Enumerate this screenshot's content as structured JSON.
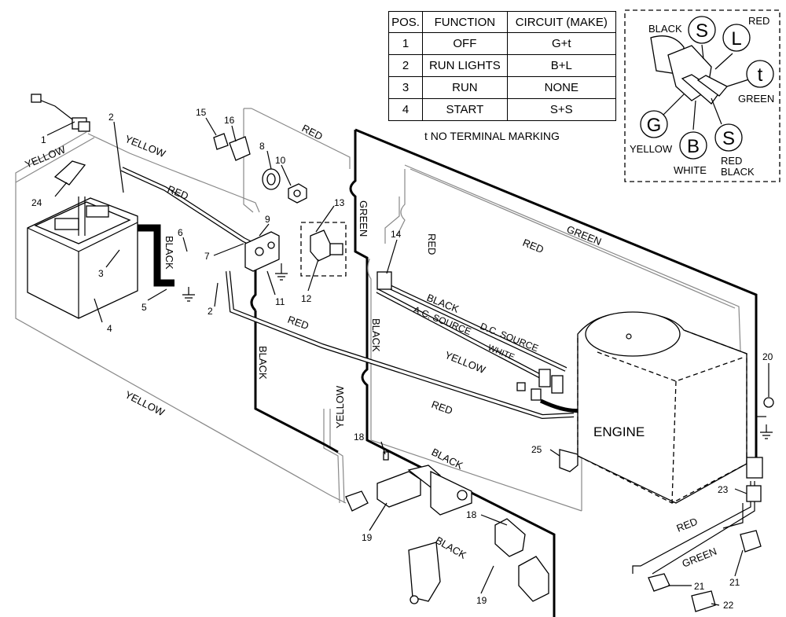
{
  "table": {
    "headers": [
      "POS.",
      "FUNCTION",
      "CIRCUIT  (MAKE)"
    ],
    "rows": [
      [
        "1",
        "OFF",
        "G+t"
      ],
      [
        "2",
        "RUN LIGHTS",
        "B+L"
      ],
      [
        "3",
        "RUN",
        "NONE"
      ],
      [
        "4",
        "START",
        "S+S"
      ]
    ],
    "note": "t  NO TERMINAL MARKING"
  },
  "switch_inset": {
    "terminals": {
      "s1": "S",
      "l": "L",
      "t": "t",
      "g": "G",
      "b": "B",
      "s2": "S"
    },
    "wire_labels": {
      "black": "BLACK",
      "red": "RED",
      "green": "GREEN",
      "yellow": "YELLOW",
      "white": "WHITE",
      "red_black_1": "RED",
      "red_black_2": "BLACK"
    }
  },
  "wire_labels": {
    "yellow_1": "YELLOW",
    "yellow_2": "YELLOW",
    "yellow_3": "YELLOW",
    "yellow_4": "YELLOW",
    "yellow_5": "YELLOW",
    "red_1": "RED",
    "red_2": "RED",
    "red_3": "RED",
    "red_4": "RED",
    "red_5": "RED",
    "red_6": "RED",
    "red_7": "RED",
    "black_1": "BLACK",
    "black_2": "BLACK",
    "black_3": "BLACK",
    "black_4": "BLACK",
    "black_5": "BLACK",
    "black_6": "BLACK",
    "green_1": "GREEN",
    "green_2": "GREEN",
    "green_3": "GREEN",
    "white": "WHITE",
    "ac_source": "A.C. SOURCE",
    "dc_source": "D.C. SOURCE",
    "engine": "ENGINE"
  },
  "callouts": {
    "n1": "1",
    "n2a": "2",
    "n2b": "2",
    "n3": "3",
    "n4": "4",
    "n5": "5",
    "n6": "6",
    "n7": "7",
    "n8": "8",
    "n9": "9",
    "n10": "10",
    "n11": "11",
    "n12": "12",
    "n13": "13",
    "n14": "14",
    "n15": "15",
    "n16": "16",
    "n18a": "18",
    "n18b": "18",
    "n19a": "19",
    "n19b": "19",
    "n20": "20",
    "n21a": "21",
    "n21b": "21",
    "n22": "22",
    "n23": "23",
    "n24": "24",
    "n25": "25"
  }
}
